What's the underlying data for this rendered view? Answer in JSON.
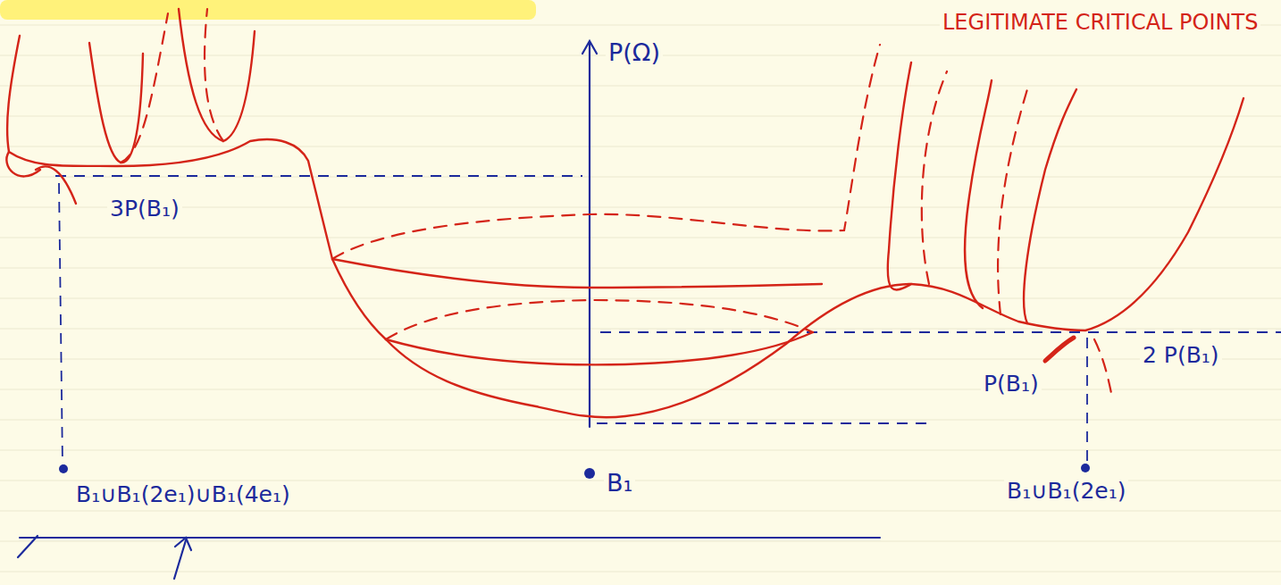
{
  "diagram": {
    "labels": [
      "LEGITIMATE CRITICAL POINTS",
      "P(Ω)",
      "3P(B₁)",
      "2 P(B₁)",
      "P(B₁)",
      "B₁∪B₁(2e₁)∪B₁(4e₁)",
      "B₁",
      "B₁∪B₁(2e₁)"
    ]
  }
}
